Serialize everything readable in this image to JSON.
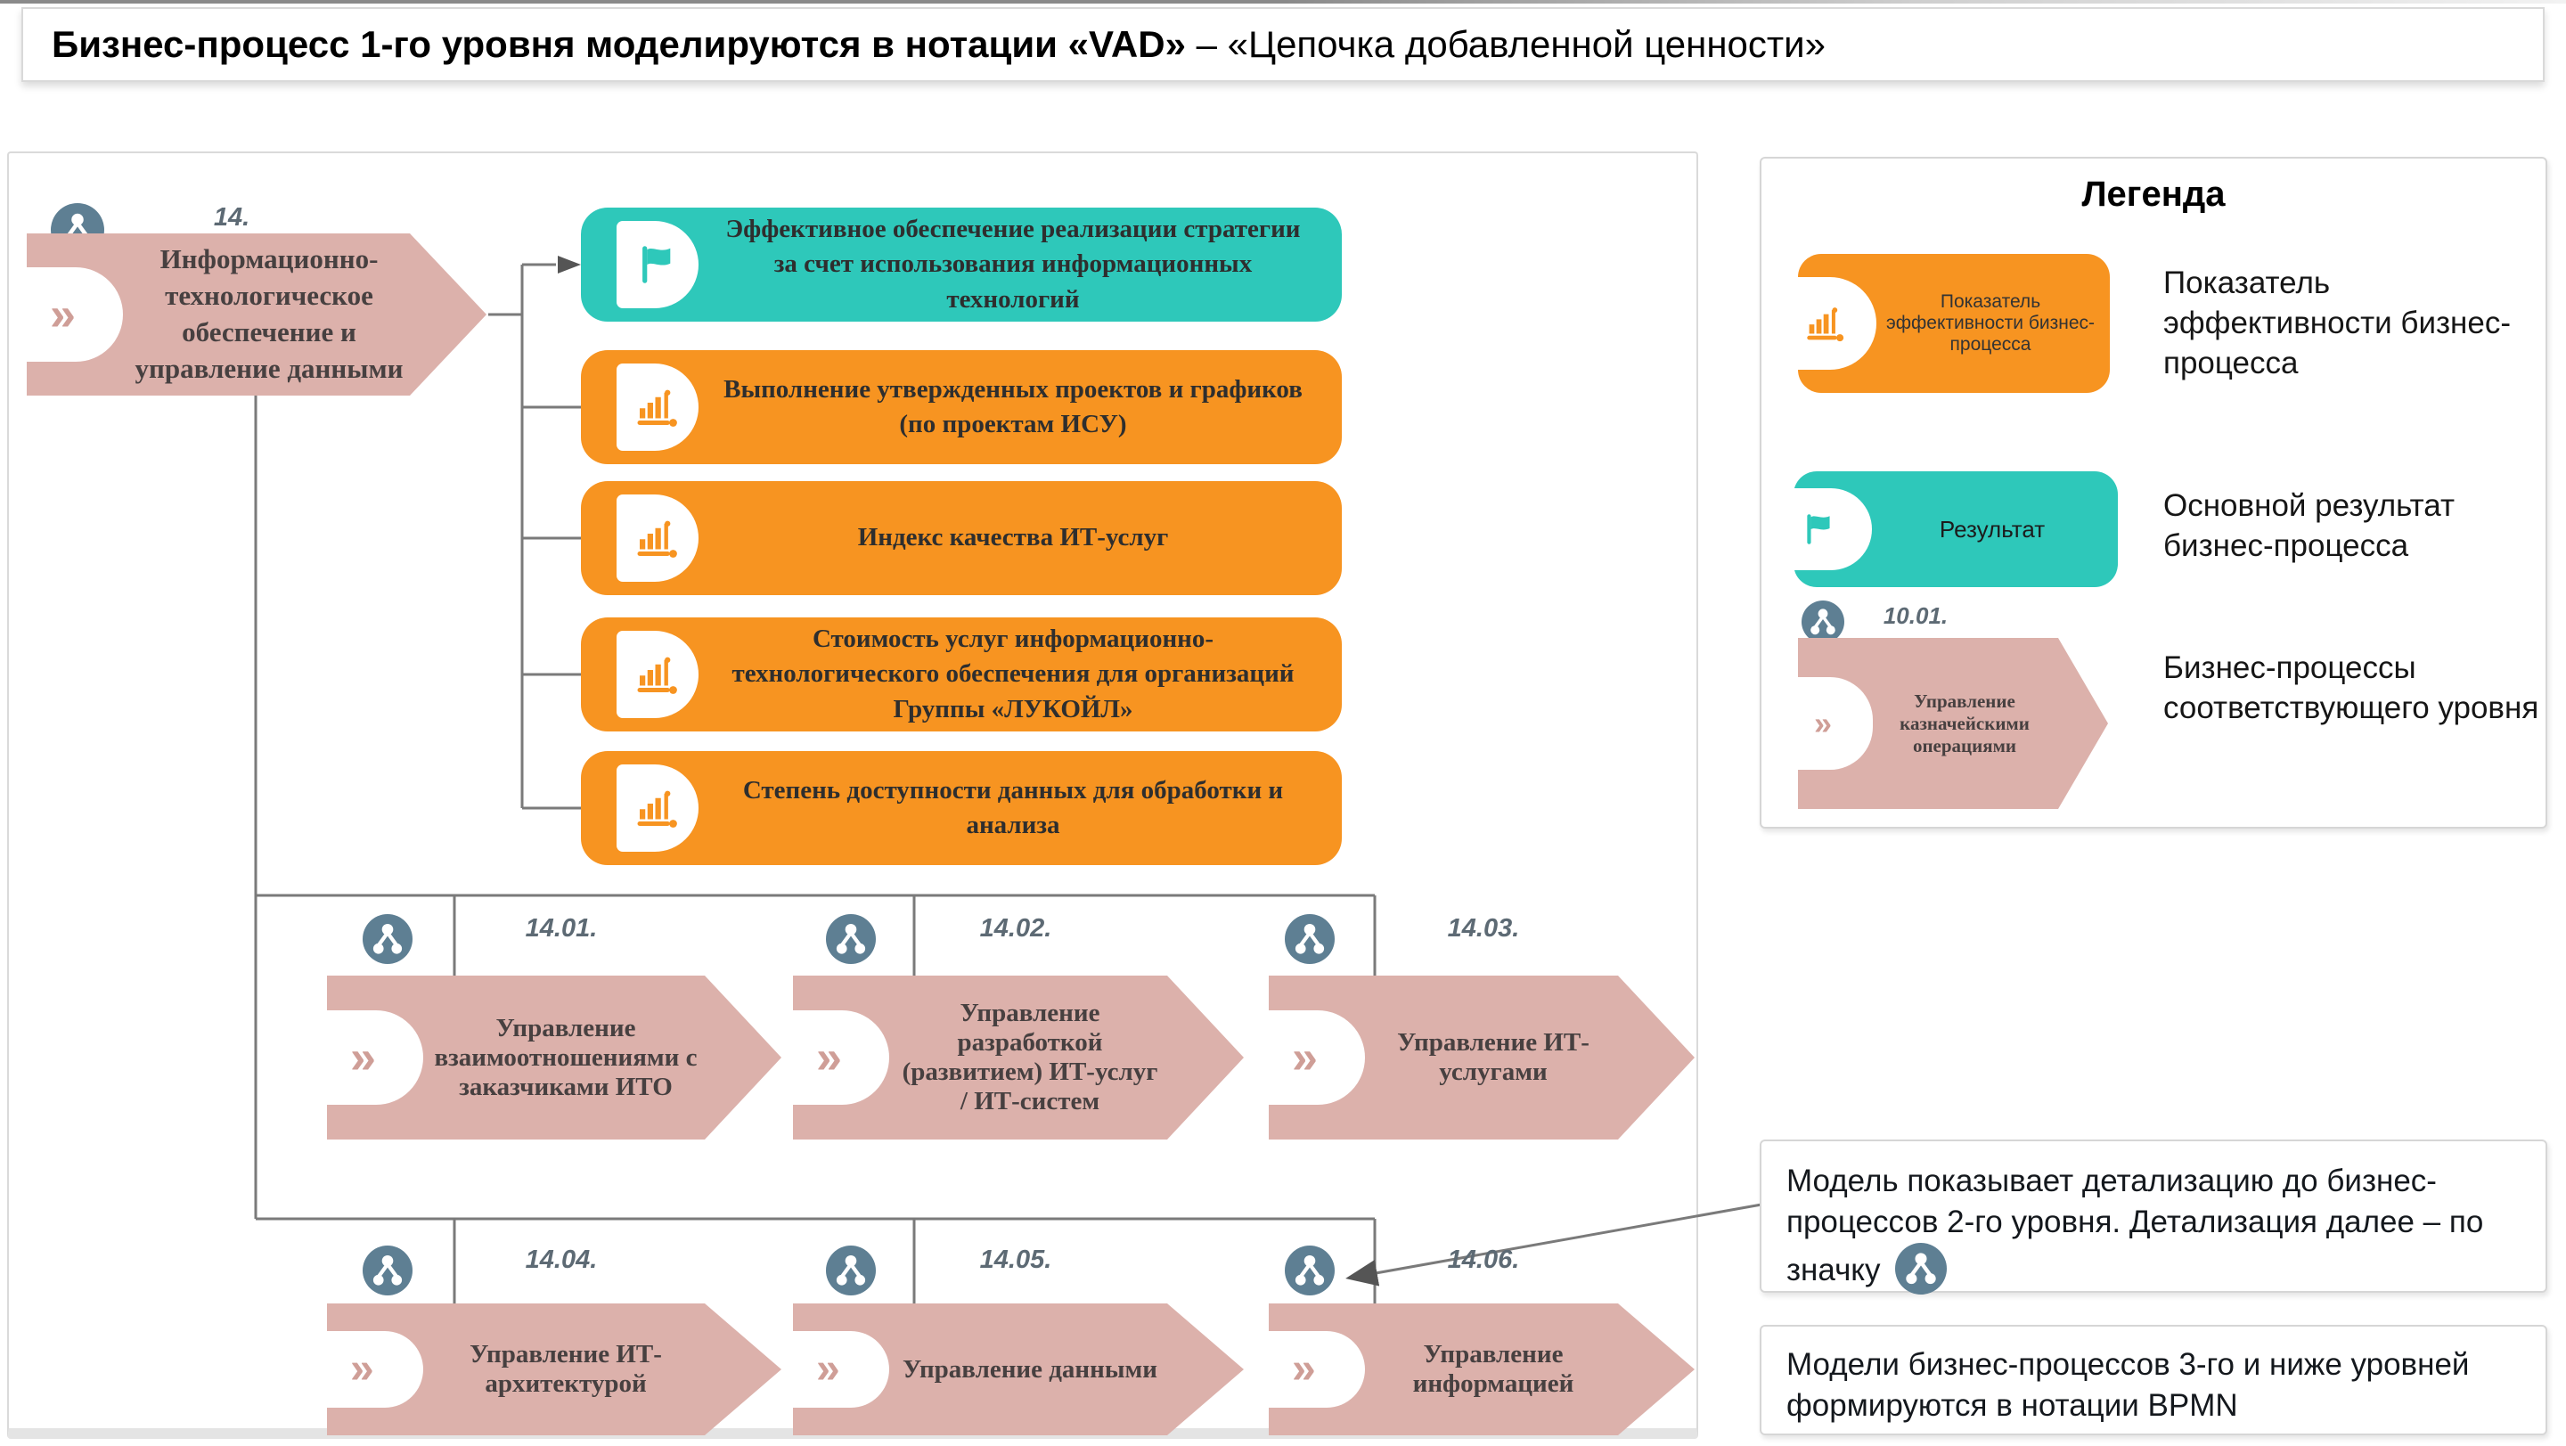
{
  "title": {
    "bold": "Бизнес-процесс 1-го уровня моделируются в нотации «VAD»",
    "normal": " – «Цепочка добавленной ценности»"
  },
  "glyphs": {
    "chevron": "»"
  },
  "root": {
    "number": "14.",
    "label": "Информационно-технологическое обеспечение и управление данными"
  },
  "outcomes": [
    {
      "kind": "result",
      "text": "Эффективное обеспечение реализации стратегии за счет использования информационных технологий"
    },
    {
      "kind": "kpi",
      "text": "Выполнение утвержденных проектов и графиков (по проектам ИСУ)"
    },
    {
      "kind": "kpi",
      "text": "Индекс качества ИТ-услуг"
    },
    {
      "kind": "kpi",
      "text": "Стоимость услуг информационно-технологического обеспечения для организаций Группы «ЛУКОЙЛ»"
    },
    {
      "kind": "kpi",
      "text": "Степень доступности данных для обработки и анализа"
    }
  ],
  "subprocesses": [
    {
      "number": "14.01.",
      "label": "Управление взаимоотношениями с заказчиками ИТО"
    },
    {
      "number": "14.02.",
      "label": "Управление разработкой (развитием) ИТ-услуг / ИТ-систем"
    },
    {
      "number": "14.03.",
      "label": "Управление ИТ-услугами"
    },
    {
      "number": "14.04.",
      "label": "Управление ИТ-архитектурой"
    },
    {
      "number": "14.05.",
      "label": "Управление данными"
    },
    {
      "number": "14.06.",
      "label": "Управление информацией"
    }
  ],
  "legend": {
    "title": "Легенда",
    "kpi_sample": "Показатель эффективности бизнес-процесса",
    "kpi_desc": "Показатель эффективности бизнес-процесса",
    "result_sample": "Результат",
    "result_desc": "Основной результат бизнес-процесса",
    "process_sample": {
      "number": "10.01.",
      "label": "Управление казначейскими операциями"
    },
    "process_desc": "Бизнес-процессы соответствующего уровня"
  },
  "notes": {
    "note1": "Модель показывает детализацию до бизнес-процессов 2-го уровня. Детализация далее – по значку",
    "note2": "Модели бизнес-процессов 3-го и ниже уровней формируются в нотации BPMN"
  },
  "colors": {
    "pink": "#DCB1AB",
    "teal": "#2EC8BA",
    "orange": "#F79421",
    "slate_icon": "#5E7F93",
    "connector": "#7A7A7A",
    "label_gray": "#5D6A74"
  }
}
